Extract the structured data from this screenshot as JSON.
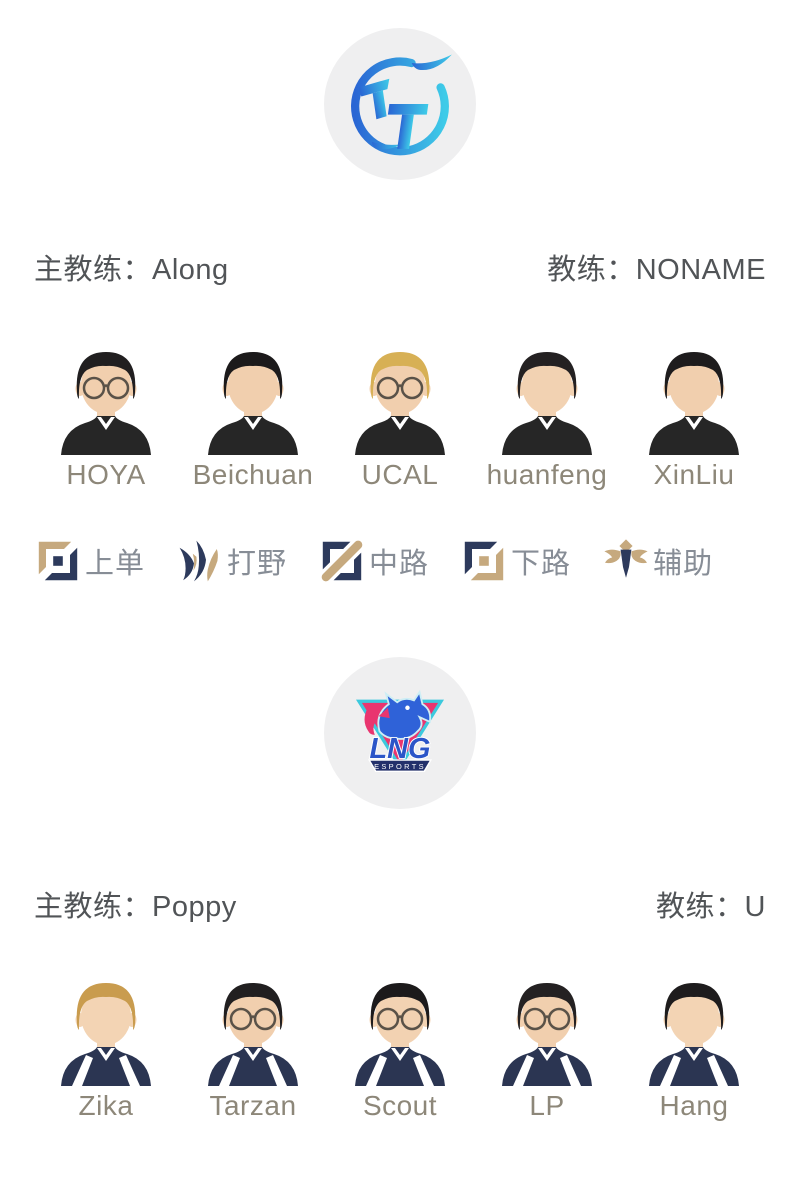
{
  "colors": {
    "page_bg": "#ffffff",
    "badge_bg": "#efeff0",
    "coach_text": "#515457",
    "player_name_text": "#8d8779",
    "role_label_text": "#878d96",
    "role_icon_navy": "#2d3a5c",
    "role_icon_tan": "#c6a97e",
    "tt_blue_dark": "#2a66d4",
    "tt_blue_light": "#3ecbe8",
    "lng_blue": "#2f62d8",
    "lng_text_blue": "#2b55c8",
    "lng_pink": "#e9356f",
    "lng_cyan": "#3cc9dd",
    "lng_banner_navy": "#23306b"
  },
  "roles": [
    {
      "label": "上单",
      "icon": "top-lane-icon"
    },
    {
      "label": "打野",
      "icon": "jungle-icon"
    },
    {
      "label": "中路",
      "icon": "mid-lane-icon"
    },
    {
      "label": "下路",
      "icon": "bot-lane-icon"
    },
    {
      "label": "辅助",
      "icon": "support-icon"
    }
  ],
  "teams": [
    {
      "name": "TT",
      "logo_text": "TT",
      "head_coach": "主教练：Along",
      "coach": "教练：NONAME",
      "players": [
        {
          "name": "HOYA",
          "avatar_style": "--hair:#211f20;--skin:#f1cfae;--jersey:#262626;--glasses:inline;--stripes:none"
        },
        {
          "name": "Beichuan",
          "avatar_style": "--hair:#1c1a1b;--skin:#f1cfae;--jersey:#262626;--glasses:none;--stripes:none"
        },
        {
          "name": "UCAL",
          "avatar_style": "--hair:#d7b055;--skin:#f1cfae;--jersey:#262626;--glasses:inline;--stripes:none"
        },
        {
          "name": "huanfeng",
          "avatar_style": "--hair:#242122;--skin:#f2d2b2;--jersey:#262626;--glasses:none;--stripes:none"
        },
        {
          "name": "XinLiu",
          "avatar_style": "--hair:#1e1c1d;--skin:#f1cfae;--jersey:#262626;--glasses:none;--stripes:none"
        }
      ]
    },
    {
      "name": "LNG",
      "logo_text": "LNG",
      "logo_subtext": "ESPORTS",
      "head_coach": "主教练：Poppy",
      "coach": "教练：U",
      "players": [
        {
          "name": "Zika",
          "avatar_style": "--hair:#c99c4e;--skin:#f3d4b4;--jersey:#2b3552;--glasses:none;--stripes:inline"
        },
        {
          "name": "Tarzan",
          "avatar_style": "--hair:#211f20;--skin:#f1cfae;--jersey:#2b3552;--glasses:inline;--stripes:inline"
        },
        {
          "name": "Scout",
          "avatar_style": "--hair:#1c1a1b;--skin:#f2d2b2;--jersey:#2b3552;--glasses:inline;--stripes:inline"
        },
        {
          "name": "LP",
          "avatar_style": "--hair:#242122;--skin:#f1cfae;--jersey:#2b3552;--glasses:inline;--stripes:inline"
        },
        {
          "name": "Hang",
          "avatar_style": "--hair:#1e1c1d;--skin:#f3d4b4;--jersey:#2b3552;--glasses:none;--stripes:inline"
        }
      ]
    }
  ]
}
